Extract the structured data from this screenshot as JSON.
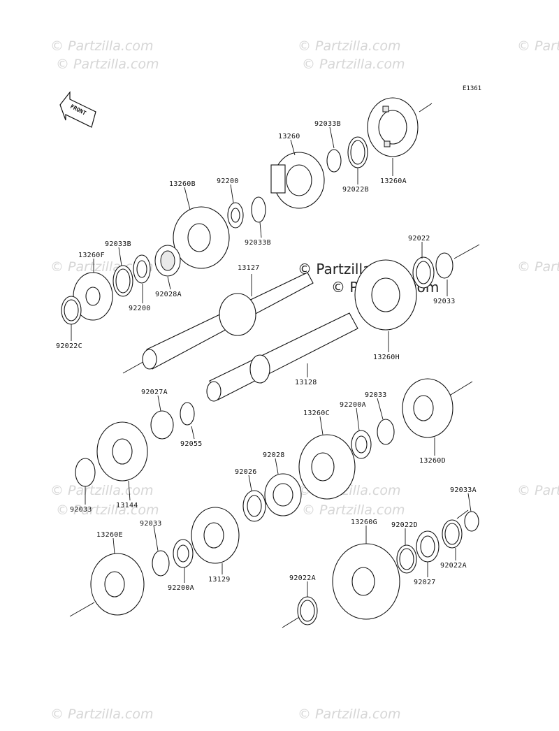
{
  "diagram": {
    "reference_code": "E1361",
    "front_label": "FRONT",
    "watermark_text": "© Partzilla.com",
    "parts": [
      {
        "id": "13260A",
        "label": "13260A"
      },
      {
        "id": "92033B_a",
        "label": "92033B"
      },
      {
        "id": "13260_a",
        "label": "13260"
      },
      {
        "id": "92022B",
        "label": "92022B"
      },
      {
        "id": "13260B",
        "label": "13260B"
      },
      {
        "id": "92200_a",
        "label": "92200"
      },
      {
        "id": "92033B_b",
        "label": "92033B"
      },
      {
        "id": "92033B_c",
        "label": "92033B"
      },
      {
        "id": "13260F",
        "label": "13260F"
      },
      {
        "id": "92028A",
        "label": "92028A"
      },
      {
        "id": "92200_b",
        "label": "92200"
      },
      {
        "id": "92022C",
        "label": "92022C"
      },
      {
        "id": "13127",
        "label": "13127"
      },
      {
        "id": "92022_a",
        "label": "92022"
      },
      {
        "id": "92033_a",
        "label": "92033"
      },
      {
        "id": "13260H",
        "label": "13260H"
      },
      {
        "id": "13128",
        "label": "13128"
      },
      {
        "id": "92027A",
        "label": "92027A"
      },
      {
        "id": "92055",
        "label": "92055"
      },
      {
        "id": "92033_b",
        "label": "92033"
      },
      {
        "id": "92200A_a",
        "label": "92200A"
      },
      {
        "id": "13260C",
        "label": "13260C"
      },
      {
        "id": "13260D",
        "label": "13260D"
      },
      {
        "id": "92028",
        "label": "92028"
      },
      {
        "id": "92026",
        "label": "92026"
      },
      {
        "id": "92033_c",
        "label": "92033"
      },
      {
        "id": "13144",
        "label": "13144"
      },
      {
        "id": "92033A",
        "label": "92033A"
      },
      {
        "id": "13260G",
        "label": "13260G"
      },
      {
        "id": "92022D",
        "label": "92022D"
      },
      {
        "id": "13260E",
        "label": "13260E"
      },
      {
        "id": "92033_d",
        "label": "92033"
      },
      {
        "id": "92200A_b",
        "label": "92200A"
      },
      {
        "id": "13129",
        "label": "13129"
      },
      {
        "id": "92027",
        "label": "92027"
      },
      {
        "id": "92022A_a",
        "label": "92022A"
      },
      {
        "id": "92022A_b",
        "label": "92022A"
      }
    ]
  }
}
